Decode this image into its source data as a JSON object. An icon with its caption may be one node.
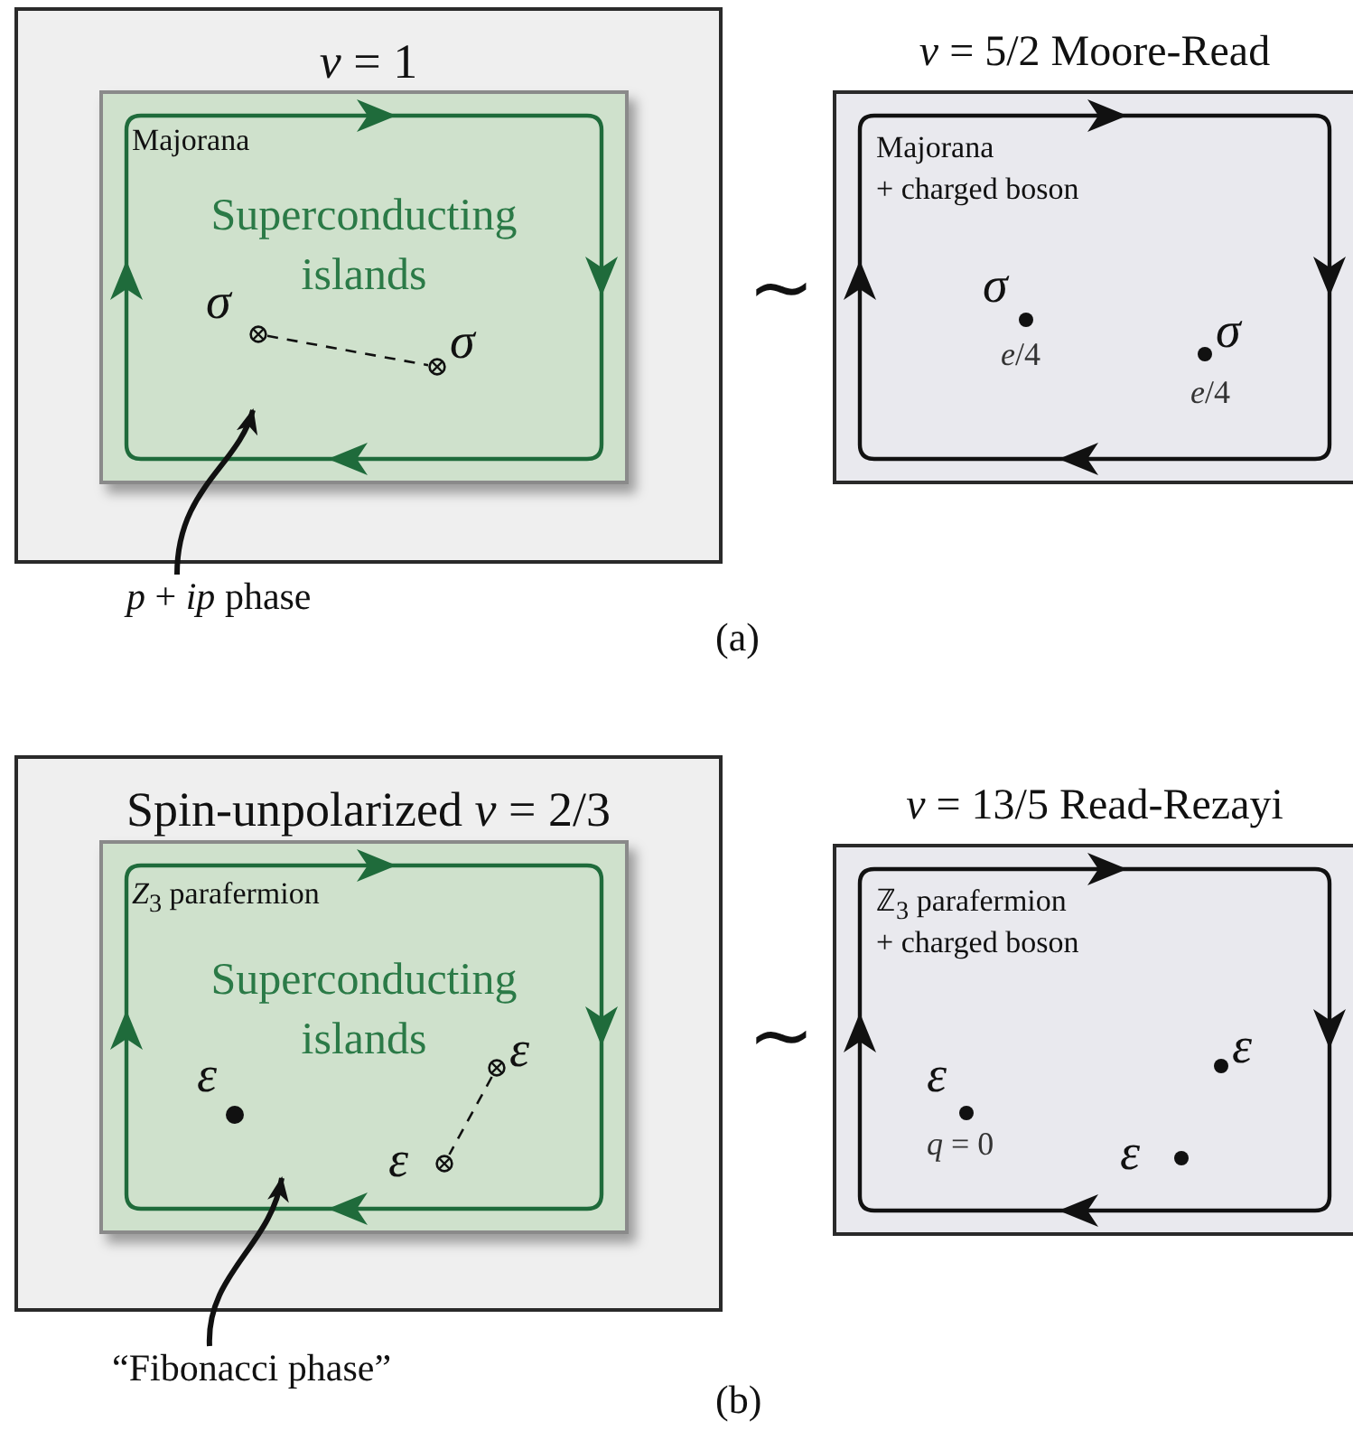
{
  "diagram": {
    "nodes": [
      {
        "text": [
          "*ν* = 1"
        ]
      },
      {
        "text": [
          "Majorana",
          "Superconducting islands"
        ],
        "in": 0
      },
      {
        "text": [
          "σ"
        ],
        "in": 1
      },
      {
        "text": [
          "σ"
        ],
        "in": 1
      },
      {
        "text": [
          "*p* + *ip*  phase"
        ]
      },
      {
        "text": [
          "*ν* = 5/2  Moore-Read",
          "Majorana",
          "+ charged boson"
        ]
      },
      {
        "text": [
          "σ",
          "*e*/4"
        ],
        "in": 5
      },
      {
        "text": [
          "σ",
          "*e*/4"
        ],
        "in": 5
      },
      {
        "text": [
          "Spin-unpolarized *ν* = 2/3"
        ]
      },
      {
        "text": [
          "*Z*$_{3}$ parafermion",
          "Superconducting islands"
        ],
        "in": 8
      },
      {
        "text": [
          "ε"
        ],
        "in": 9
      },
      {
        "text": [
          "ε"
        ],
        "in": 9
      },
      {
        "text": [
          "ε"
        ],
        "in": 9
      },
      {
        "text": [
          "“Fibonacci phase”"
        ]
      },
      {
        "text": [
          "*ν* = 13/5  Read-Rezayi",
          "ℤ$_{3}$ parafermion",
          "+ charged boson"
        ]
      },
      {
        "text": [
          "ε",
          "*q* = 0"
        ],
        "in": 14
      },
      {
        "text": [
          "ε"
        ],
        "in": 14
      },
      {
        "text": [
          "ε"
        ],
        "in": 14
      }
    ],
    "edges": [
      {
        "from": 2,
        "to": 3,
        "arrow": "none",
        "style": "dashed"
      },
      {
        "from": 4,
        "to": 1,
        "arrow": "to",
        "style": "thick"
      },
      {
        "from": 11,
        "to": 12,
        "arrow": "none",
        "style": "dashed"
      },
      {
        "from": 13,
        "to": 9,
        "arrow": "to",
        "style": "thick"
      }
    ],
    "labels": [
      "∼",
      "(a)",
      "∼",
      "(b)"
    ]
  }
}
